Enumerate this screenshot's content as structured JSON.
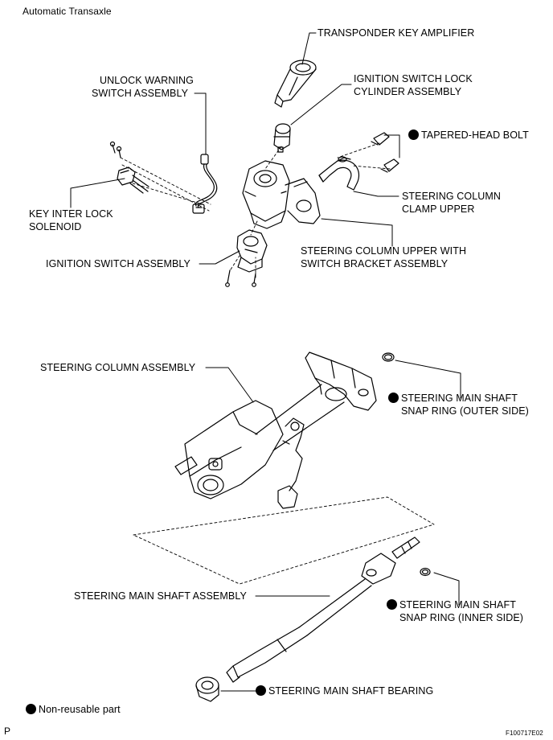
{
  "header": {
    "title": "Automatic Transaxle"
  },
  "labels": {
    "transponder": "TRANSPONDER KEY AMPLIFIER",
    "unlock_line1": "UNLOCK WARNING",
    "unlock_line2": "SWITCH ASSEMBLY",
    "lock_cyl_line1": "IGNITION SWITCH LOCK",
    "lock_cyl_line2": "CYLINDER ASSEMBLY",
    "tapered_bolt": "TAPERED-HEAD BOLT",
    "clamp_line1": "STEERING COLUMN",
    "clamp_line2": "CLAMP UPPER",
    "key_inter_line1": "KEY INTER LOCK",
    "key_inter_line2": "SOLENOID",
    "col_upper_line1": "STEERING COLUMN UPPER WITH",
    "col_upper_line2": "SWITCH BRACKET ASSEMBLY",
    "ign_switch": "IGNITION SWITCH ASSEMBLY",
    "col_assy": "STEERING COLUMN ASSEMBLY",
    "snap_outer_line1": "STEERING MAIN SHAFT",
    "snap_outer_line2": "SNAP RING (OUTER SIDE)",
    "shaft_assy": "STEERING MAIN SHAFT ASSEMBLY",
    "snap_inner_line1": "STEERING MAIN SHAFT",
    "snap_inner_line2": "SNAP RING (INNER SIDE)",
    "bearing": "STEERING MAIN SHAFT BEARING"
  },
  "legend": {
    "non_reusable": "Non-reusable part"
  },
  "footer": {
    "left_mark": "P",
    "figure_id": "F100717E02"
  }
}
